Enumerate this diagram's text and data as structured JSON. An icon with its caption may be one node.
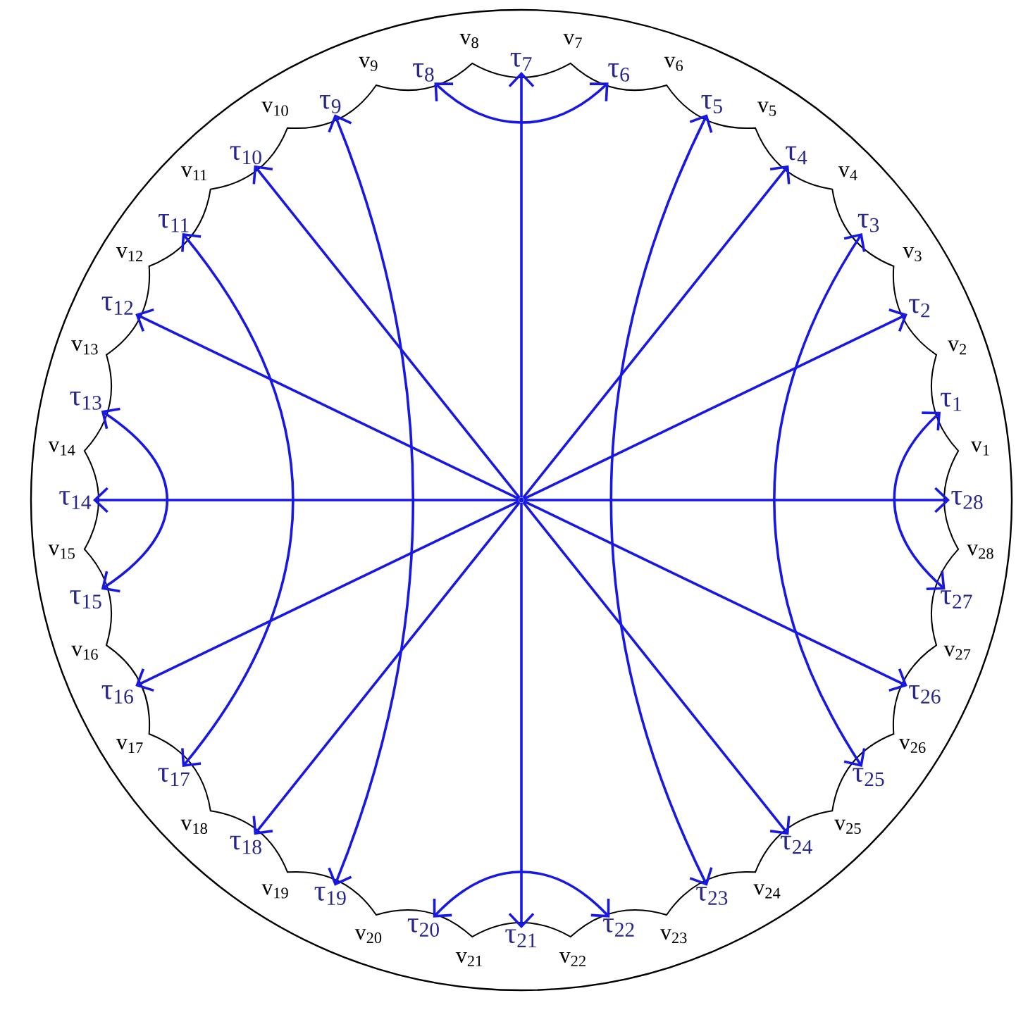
{
  "diagram": {
    "nodes": [
      {
        "text": [],
        "shape": "circle"
      },
      {
        "text": [
          "τ$_{1}$"
        ]
      },
      {
        "text": [
          "τ$_{2}$"
        ]
      },
      {
        "text": [
          "τ$_{3}$"
        ]
      },
      {
        "text": [
          "τ$_{4}$"
        ]
      },
      {
        "text": [
          "τ$_{5}$"
        ]
      },
      {
        "text": [
          "τ$_{6}$"
        ]
      },
      {
        "text": [
          "τ$_{7}$"
        ]
      },
      {
        "text": [
          "τ$_{8}$"
        ]
      },
      {
        "text": [
          "τ$_{9}$"
        ]
      },
      {
        "text": [
          "τ$_{10}$"
        ]
      },
      {
        "text": [
          "τ$_{11}$"
        ]
      },
      {
        "text": [
          "τ$_{12}$"
        ]
      },
      {
        "text": [
          "τ$_{13}$"
        ]
      },
      {
        "text": [
          "τ$_{14}$"
        ]
      },
      {
        "text": [
          "τ$_{15}$"
        ]
      },
      {
        "text": [
          "τ$_{16}$"
        ]
      },
      {
        "text": [
          "τ$_{17}$"
        ]
      },
      {
        "text": [
          "τ$_{18}$"
        ]
      },
      {
        "text": [
          "τ$_{19}$"
        ]
      },
      {
        "text": [
          "τ$_{20}$"
        ]
      },
      {
        "text": [
          "τ$_{21}$"
        ]
      },
      {
        "text": [
          "τ$_{22}$"
        ]
      },
      {
        "text": [
          "τ$_{23}$"
        ]
      },
      {
        "text": [
          "τ$_{24}$"
        ]
      },
      {
        "text": [
          "τ$_{25}$"
        ]
      },
      {
        "text": [
          "τ$_{26}$"
        ]
      },
      {
        "text": [
          "τ$_{27}$"
        ]
      },
      {
        "text": [
          "τ$_{28}$"
        ]
      }
    ],
    "edges": [
      {
        "from": 0,
        "to": 2,
        "arrow": "to"
      },
      {
        "from": 0,
        "to": 4,
        "arrow": "to"
      },
      {
        "from": 0,
        "to": 7,
        "arrow": "to"
      },
      {
        "from": 0,
        "to": 10,
        "arrow": "to"
      },
      {
        "from": 0,
        "to": 12,
        "arrow": "to"
      },
      {
        "from": 0,
        "to": 14,
        "arrow": "to"
      },
      {
        "from": 0,
        "to": 16,
        "arrow": "to"
      },
      {
        "from": 0,
        "to": 18,
        "arrow": "to"
      },
      {
        "from": 0,
        "to": 21,
        "arrow": "to"
      },
      {
        "from": 0,
        "to": 24,
        "arrow": "to"
      },
      {
        "from": 0,
        "to": 26,
        "arrow": "to"
      },
      {
        "from": 0,
        "to": 28,
        "arrow": "to"
      },
      {
        "from": 6,
        "to": 8,
        "arrow": "both"
      },
      {
        "from": 13,
        "to": 15,
        "arrow": "both"
      },
      {
        "from": 20,
        "to": 22,
        "arrow": "both"
      },
      {
        "from": 1,
        "to": 27,
        "arrow": "both"
      },
      {
        "from": 3,
        "to": 25,
        "arrow": "both"
      },
      {
        "from": 5,
        "to": 23,
        "arrow": "both"
      },
      {
        "from": 9,
        "to": 19,
        "arrow": "both"
      },
      {
        "from": 11,
        "to": 17,
        "arrow": "both"
      }
    ],
    "labels": [
      "v$_{1}$",
      "v$_{2}$",
      "v$_{3}$",
      "v$_{4}$",
      "v$_{5}$",
      "v$_{6}$",
      "v$_{7}$",
      "v$_{8}$",
      "v$_{9}$",
      "v$_{10}$",
      "v$_{11}$",
      "v$_{12}$",
      "v$_{13}$",
      "v$_{14}$",
      "v$_{15}$",
      "v$_{16}$",
      "v$_{17}$",
      "v$_{18}$",
      "v$_{19}$",
      "v$_{20}$",
      "v$_{21}$",
      "v$_{22}$",
      "v$_{23}$",
      "v$_{24}$",
      "v$_{25}$",
      "v$_{26}$",
      "v$_{27}$",
      "v$_{28}$"
    ]
  }
}
